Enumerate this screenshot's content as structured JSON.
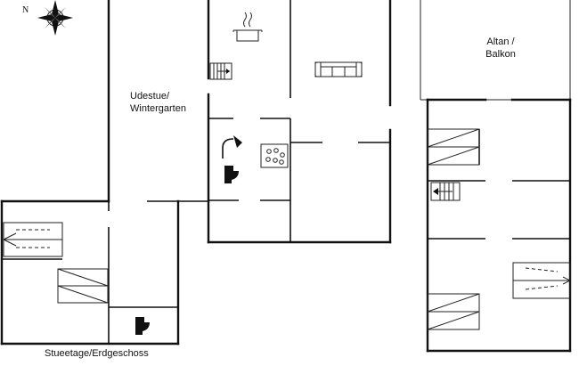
{
  "compass": {
    "label": "N"
  },
  "rooms": {
    "udestue": [
      "Udestue/",
      "Wintergarten"
    ],
    "altan": [
      "Altan /",
      "Balkon"
    ]
  },
  "floor_caption": "Stueetage/Erdgeschoss",
  "icons": [
    "compass-icon",
    "stove-pot-icon",
    "sofa-icon",
    "stairs-icon",
    "shower-icon",
    "toilet-icon",
    "sink-icon",
    "bed-icon"
  ]
}
